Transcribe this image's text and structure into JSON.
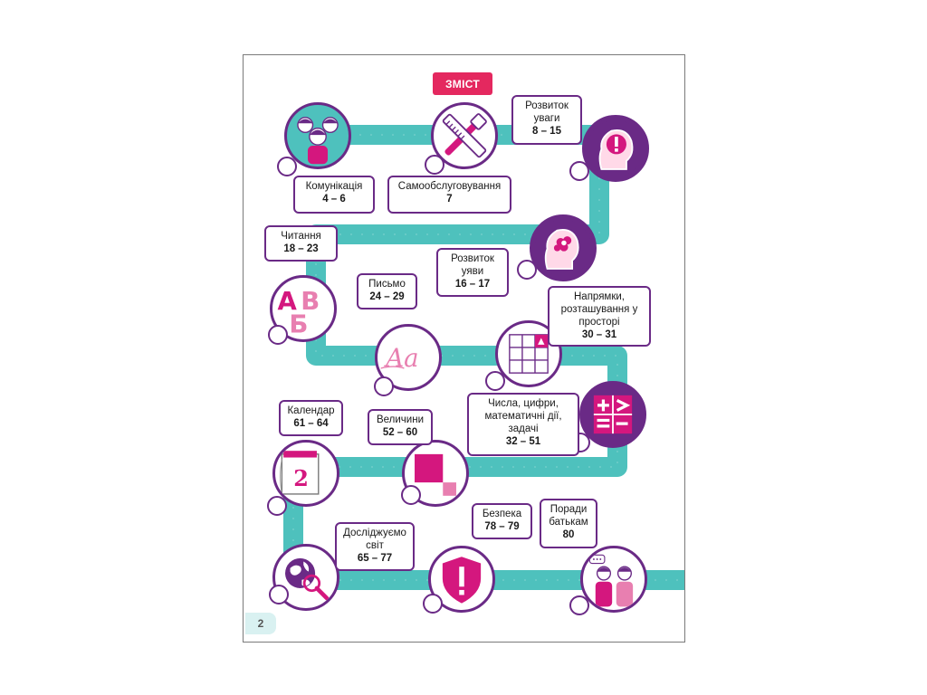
{
  "title": "ЗМІСТ",
  "page_number": "2",
  "colors": {
    "road": "#4ec1bd",
    "circle_bg": "#6a2a86",
    "accent": "#e4285f",
    "pink": "#d4177e"
  },
  "topics": [
    {
      "name": "Комунікація",
      "pages": "4 – 6",
      "icon": "children-icon"
    },
    {
      "name": "Самообслуговування",
      "pages": "7",
      "icon": "comb-toothbrush-icon"
    },
    {
      "name": "Розвиток уваги",
      "pages": "8 – 15",
      "icon": "attention-head-icon"
    },
    {
      "name": "Розвиток уяви",
      "pages": "16 – 17",
      "icon": "imagination-head-icon"
    },
    {
      "name": "Читання",
      "pages": "18 – 23",
      "icon": "letters-icon"
    },
    {
      "name": "Письмо",
      "pages": "24 – 29",
      "icon": "handwriting-icon"
    },
    {
      "name": "Напрямки, розташування у просторі",
      "pages": "30 – 31",
      "icon": "grid-icon"
    },
    {
      "name": "Числа, цифри, математичні дії, задачі",
      "pages": "32 – 51",
      "icon": "math-signs-icon"
    },
    {
      "name": "Величини",
      "pages": "52 – 60",
      "icon": "squares-icon"
    },
    {
      "name": "Календар",
      "pages": "61 – 64",
      "icon": "calendar-icon"
    },
    {
      "name": "Досліджуємо світ",
      "pages": "65 – 77",
      "icon": "globe-magnifier-icon"
    },
    {
      "name": "Безпека",
      "pages": "78 – 79",
      "icon": "shield-icon"
    },
    {
      "name": "Поради батькам",
      "pages": "80",
      "icon": "parents-icon"
    }
  ]
}
